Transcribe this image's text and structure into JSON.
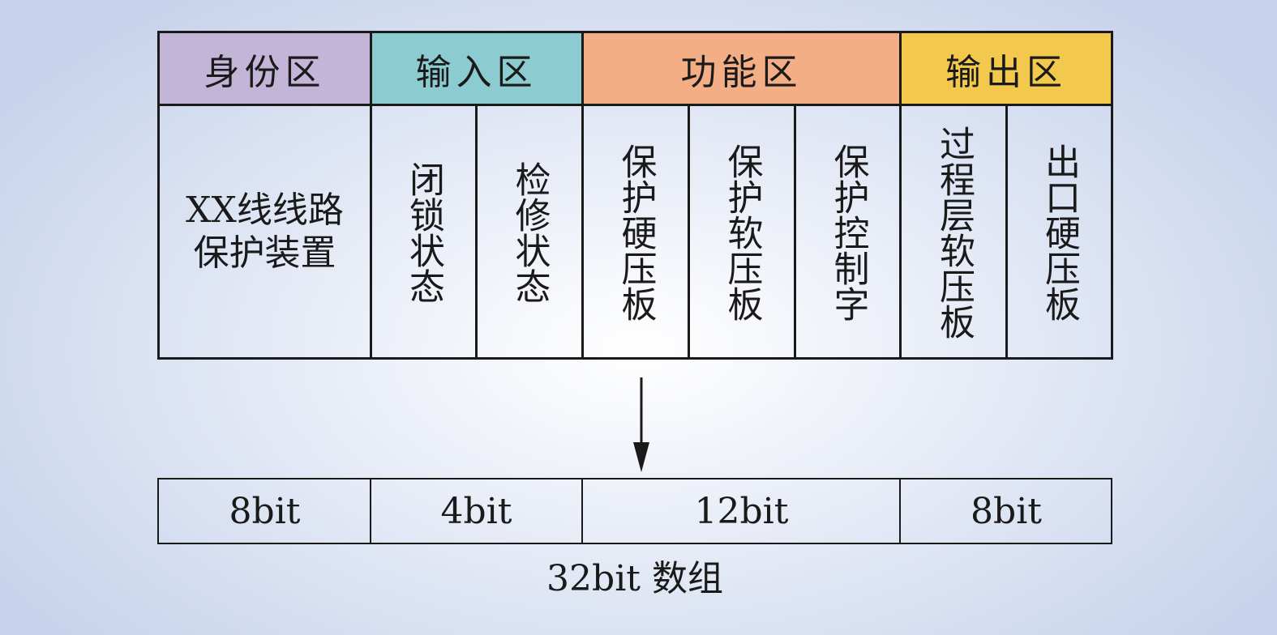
{
  "colors": {
    "identity": "#c3b5d8",
    "input": "#8ccbcf",
    "function": "#f4ae86",
    "output": "#f2c94c",
    "line": "#1a1a1a"
  },
  "zones": {
    "identity": "身份区",
    "input": "输入区",
    "function": "功能区",
    "output": "输出区"
  },
  "identity_cell": {
    "line1": "XX线线路",
    "line2": "保护装置"
  },
  "input_cells": [
    "闭锁状态",
    "检修状态"
  ],
  "function_cells": [
    "保护硬压板",
    "保护软压板",
    "保护控制字"
  ],
  "output_cells": [
    "过程层软压板",
    "出口硬压板"
  ],
  "bits": {
    "identity": "8bit",
    "input": "4bit",
    "function": "12bit",
    "output": "8bit"
  },
  "caption": "32bit 数组"
}
